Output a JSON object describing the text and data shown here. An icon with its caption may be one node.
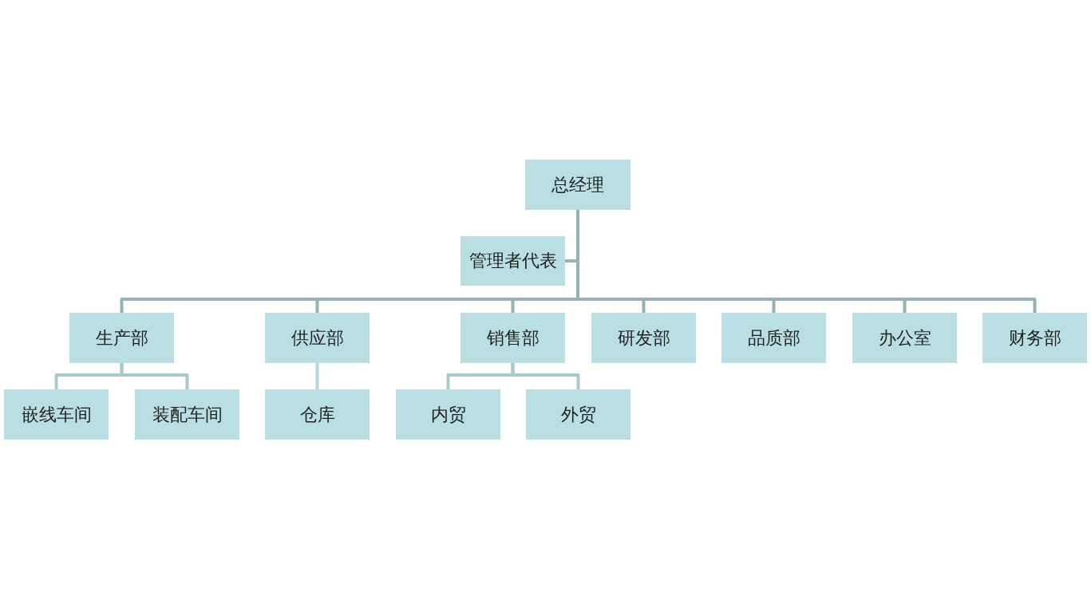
{
  "diagram": {
    "nodes": [
      {
        "text": [
          "总经理"
        ]
      },
      {
        "text": [
          "管理者代表"
        ]
      },
      {
        "text": [
          "生产部"
        ]
      },
      {
        "text": [
          "供应部"
        ]
      },
      {
        "text": [
          "销售部"
        ]
      },
      {
        "text": [
          "研发部"
        ]
      },
      {
        "text": [
          "品质部"
        ]
      },
      {
        "text": [
          "办公室"
        ]
      },
      {
        "text": [
          "财务部"
        ]
      },
      {
        "text": [
          "嵌线车间"
        ]
      },
      {
        "text": [
          "装配车间"
        ]
      },
      {
        "text": [
          "仓库"
        ]
      },
      {
        "text": [
          "内贸"
        ]
      },
      {
        "text": [
          "外贸"
        ]
      }
    ],
    "edges": [
      {
        "from": 0,
        "to": 1,
        "arrow": "none"
      },
      {
        "from": 0,
        "to": 2,
        "arrow": "none"
      },
      {
        "from": 0,
        "to": 3,
        "arrow": "none"
      },
      {
        "from": 0,
        "to": 4,
        "arrow": "none"
      },
      {
        "from": 0,
        "to": 5,
        "arrow": "none"
      },
      {
        "from": 0,
        "to": 6,
        "arrow": "none"
      },
      {
        "from": 0,
        "to": 7,
        "arrow": "none"
      },
      {
        "from": 0,
        "to": 8,
        "arrow": "none"
      },
      {
        "from": 2,
        "to": 9,
        "arrow": "none",
        "color": "#a8c9cd"
      },
      {
        "from": 2,
        "to": 10,
        "arrow": "none",
        "color": "#a8c9cd"
      },
      {
        "from": 3,
        "to": 11,
        "arrow": "none",
        "color": "#b3d8dc"
      },
      {
        "from": 4,
        "to": 12,
        "arrow": "none",
        "color": "#a8c9cd"
      },
      {
        "from": 4,
        "to": 13,
        "arrow": "none",
        "color": "#a8c9cd"
      }
    ]
  }
}
